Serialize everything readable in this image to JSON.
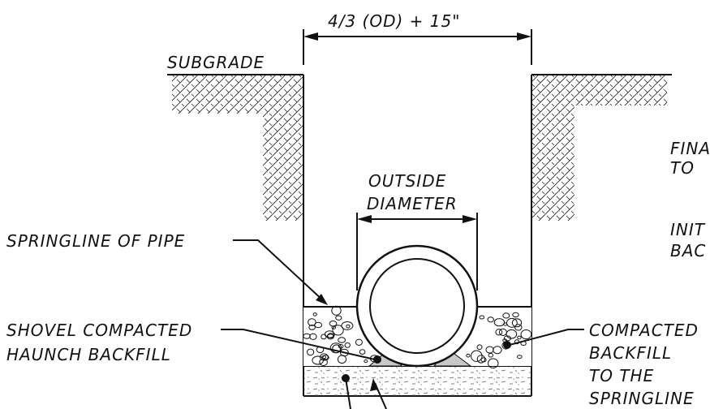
{
  "labels": {
    "dimension": "4/3 (OD) + 15\"",
    "subgrade": "SUBGRADE",
    "outside_diameter_line1": "OUTSIDE",
    "outside_diameter_line2": "DIAMETER",
    "springline": "SPRINGLINE OF PIPE",
    "shovel_line1": "SHOVEL COMPACTED",
    "shovel_line2": "HAUNCH BACKFILL",
    "compacted_line1": "COMPACTED",
    "compacted_line2": "BACKFILL",
    "compacted_line3": "TO THE",
    "compacted_line4": "SPRINGLINE",
    "final_line1": "FINA",
    "final_line2": "TO",
    "initial_line1": "INIT",
    "initial_line2": "BAC"
  },
  "colors": {
    "line": "#111111",
    "haunch_fill": "#c8c8c8"
  }
}
